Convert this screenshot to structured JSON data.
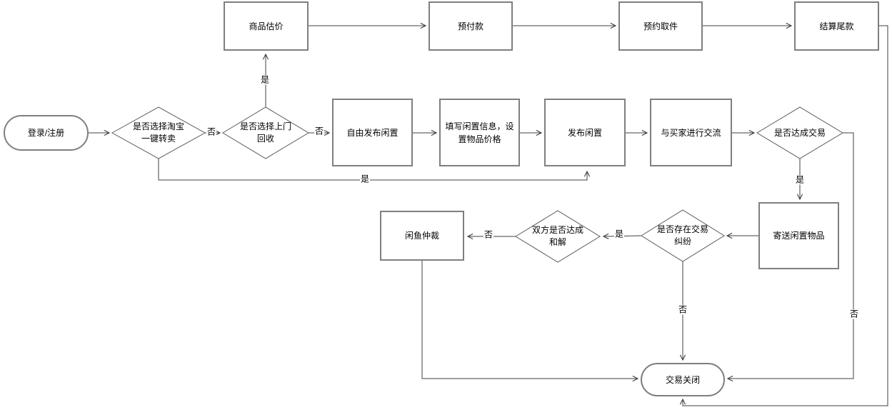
{
  "diagram": {
    "type": "flowchart",
    "background": "#ffffff",
    "colors": {
      "node_border": "#7f7f7f",
      "connector": "#404040",
      "text": "#000000"
    },
    "nodes": {
      "start": {
        "label": "登录/注册",
        "shape": "terminator"
      },
      "decision_taobao_resale": {
        "label": "是否选择淘宝一键转卖",
        "shape": "decision"
      },
      "decision_door_recycle": {
        "label": "是否选择上门回收",
        "shape": "decision"
      },
      "estimate": {
        "label": "商品估价",
        "shape": "process"
      },
      "prepay": {
        "label": "预付款",
        "shape": "process"
      },
      "pickup": {
        "label": "预约取件",
        "shape": "process"
      },
      "balance": {
        "label": "结算尾款",
        "shape": "process"
      },
      "free_publish": {
        "label": "自由发布闲置",
        "shape": "process"
      },
      "fill_info": {
        "label": "填写闲置信息，设置物品价格",
        "shape": "process"
      },
      "publish": {
        "label": "发布闲置",
        "shape": "process"
      },
      "chat_buyer": {
        "label": "与买家进行交流",
        "shape": "process"
      },
      "decision_deal": {
        "label": "是否达成交易",
        "shape": "decision"
      },
      "send_item": {
        "label": "寄送闲置物品",
        "shape": "process"
      },
      "decision_dispute": {
        "label": "是否存在交易纠纷",
        "shape": "decision"
      },
      "decision_settle": {
        "label": "双方是否达成和解",
        "shape": "decision"
      },
      "arbitration": {
        "label": "闲鱼仲裁",
        "shape": "process"
      },
      "end": {
        "label": "交易关闭",
        "shape": "terminator"
      }
    },
    "edges": [
      {
        "from": "start",
        "to": "decision_taobao_resale",
        "label": ""
      },
      {
        "from": "decision_taobao_resale",
        "to": "decision_door_recycle",
        "label": "否"
      },
      {
        "from": "decision_taobao_resale",
        "to": "publish",
        "label": "是"
      },
      {
        "from": "decision_door_recycle",
        "to": "estimate",
        "label": "是"
      },
      {
        "from": "decision_door_recycle",
        "to": "free_publish",
        "label": "否"
      },
      {
        "from": "estimate",
        "to": "prepay",
        "label": ""
      },
      {
        "from": "prepay",
        "to": "pickup",
        "label": ""
      },
      {
        "from": "pickup",
        "to": "balance",
        "label": ""
      },
      {
        "from": "balance",
        "to": "end",
        "label": ""
      },
      {
        "from": "free_publish",
        "to": "fill_info",
        "label": ""
      },
      {
        "from": "fill_info",
        "to": "publish",
        "label": ""
      },
      {
        "from": "publish",
        "to": "chat_buyer",
        "label": ""
      },
      {
        "from": "chat_buyer",
        "to": "decision_deal",
        "label": ""
      },
      {
        "from": "decision_deal",
        "to": "send_item",
        "label": "是"
      },
      {
        "from": "decision_deal",
        "to": "end",
        "label": "否"
      },
      {
        "from": "send_item",
        "to": "decision_dispute",
        "label": ""
      },
      {
        "from": "decision_dispute",
        "to": "decision_settle",
        "label": "是"
      },
      {
        "from": "decision_dispute",
        "to": "end",
        "label": "否"
      },
      {
        "from": "decision_settle",
        "to": "arbitration",
        "label": "否"
      },
      {
        "from": "arbitration",
        "to": "end",
        "label": ""
      }
    ]
  }
}
